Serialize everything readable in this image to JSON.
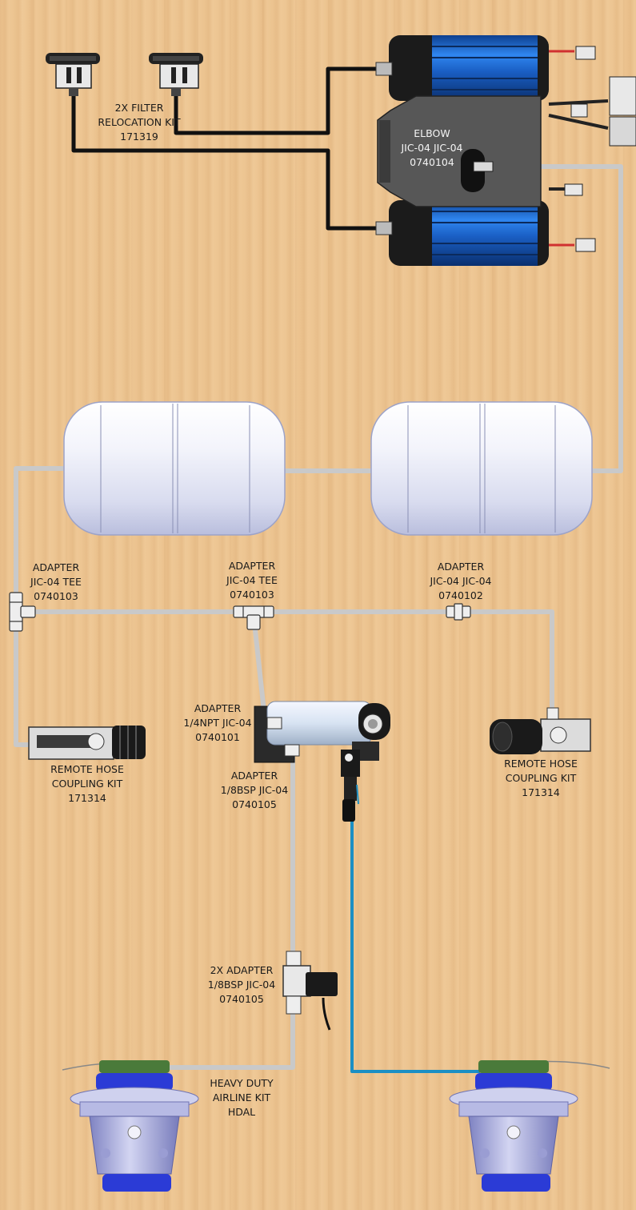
{
  "labels": {
    "filter": [
      "2X FILTER",
      "RELOCATION KIT",
      "171319"
    ],
    "elbow": [
      "ELBOW",
      "JIC-04 JIC-04",
      "0740104"
    ],
    "adapter_tee_left": [
      "ADAPTER",
      "JIC-04 TEE",
      "0740103"
    ],
    "adapter_tee_mid": [
      "ADAPTER",
      "JIC-04 TEE",
      "0740103"
    ],
    "adapter_jic_right": [
      "ADAPTER",
      "JIC-04 JIC-04",
      "0740102"
    ],
    "adapter_npt": [
      "ADAPTER",
      "1/4NPT JIC-04",
      "0740101"
    ],
    "remote_left": [
      "REMOTE HOSE",
      "COUPLING KIT",
      "171314"
    ],
    "remote_right": [
      "REMOTE HOSE",
      "COUPLING KIT",
      "171314"
    ],
    "adapter_bsp": [
      "ADAPTER",
      "1/8BSP JIC-04",
      "0740105"
    ],
    "adapter_bsp_2x": [
      "2X ADAPTER",
      "1/8BSP JIC-04",
      "0740105"
    ],
    "airline": [
      "HEAVY DUTY",
      "AIRLINE KIT",
      "HDAL"
    ]
  },
  "colors": {
    "air_line": "#c8c8c8",
    "black_hose": "#111111",
    "blue_line": "#1c8fc4",
    "compressor_blue": "#1f6fd6",
    "compressor_body": "#2a2a2a",
    "tank": "#eef0fa",
    "locker_blue": "#2b3bd6",
    "locker_body": "#a9acd8"
  }
}
